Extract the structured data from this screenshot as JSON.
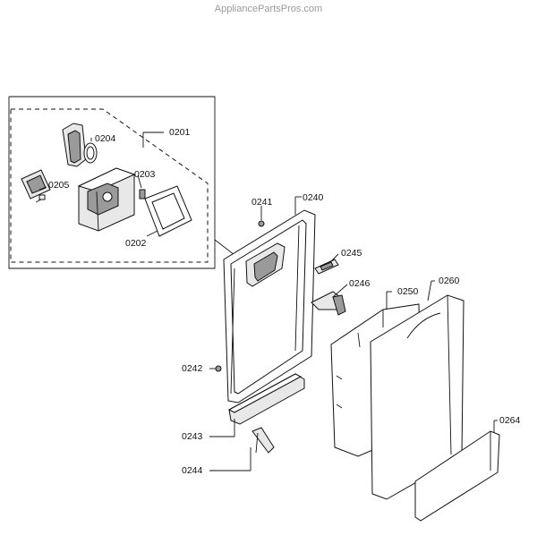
{
  "watermark": "AppliancePartsPros.com",
  "callouts": {
    "c0201": "0201",
    "c0202": "0202",
    "c0203": "0203",
    "c0204": "0204",
    "c0205": "0205",
    "c0240": "0240",
    "c0241": "0241",
    "c0242": "0242",
    "c0243": "0243",
    "c0244": "0244",
    "c0245": "0245",
    "c0246": "0246",
    "c0250": "0250",
    "c0260": "0260",
    "c0264": "0264"
  }
}
